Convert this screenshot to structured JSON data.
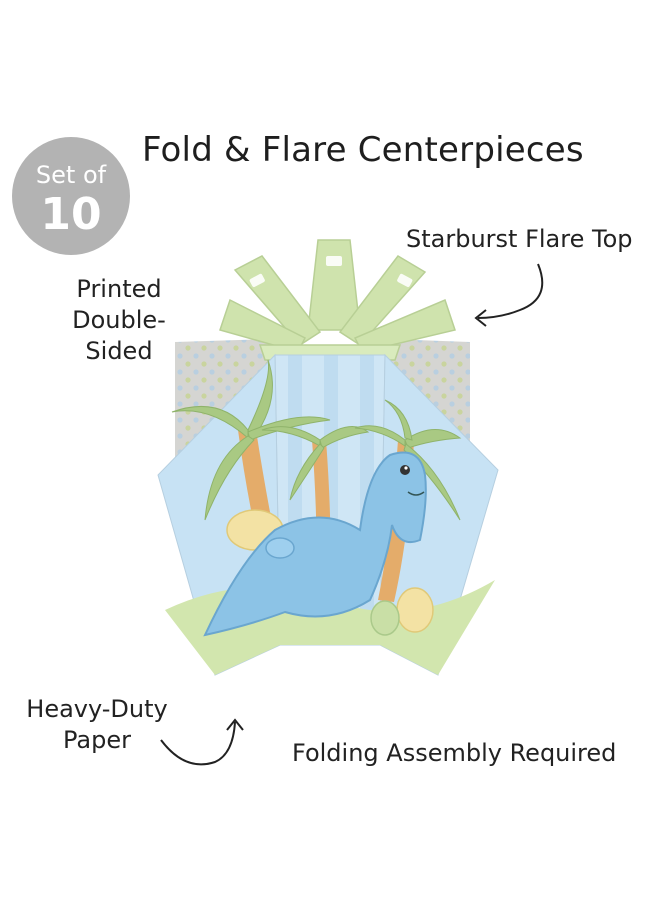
{
  "title": "Fold & Flare Centerpieces",
  "badge": {
    "line1": "Set of",
    "line2": "10"
  },
  "callouts": {
    "starburst": "Starburst Flare Top",
    "printed_line1": "Printed",
    "printed_line2": "Double-Sided",
    "heavy_line1": "Heavy-Duty",
    "heavy_line2": "Paper",
    "folding": "Folding Assembly Required"
  },
  "colors": {
    "badge": "#b3b3b3",
    "sage_green": "#c9dfa6",
    "sky_blue": "#c6e2f3",
    "dino_blue": "#8cc3e6",
    "polka_gray": "#d2d2cf"
  }
}
